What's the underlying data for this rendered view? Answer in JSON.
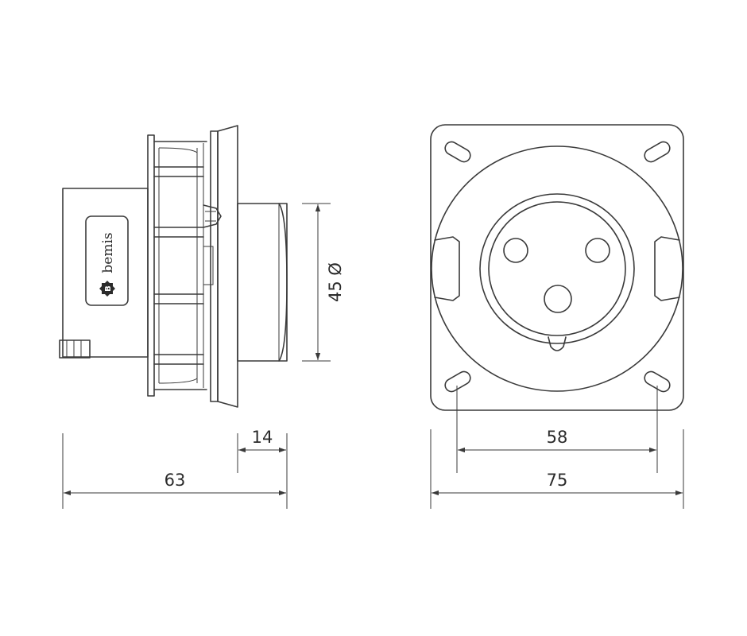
{
  "brand": {
    "logo_letter": "B",
    "name": "bemis"
  },
  "dimensions": {
    "front_diameter": "45 Ø",
    "front_depth": "14",
    "total_depth": "63",
    "hole_spacing": "58",
    "flange_width": "75"
  }
}
